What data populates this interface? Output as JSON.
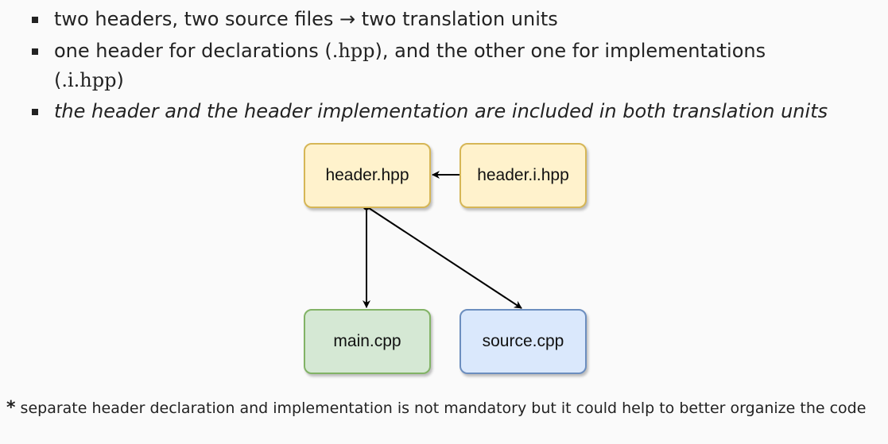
{
  "bullets": [
    {
      "text_before": "two headers, two source files ",
      "arrow": "→",
      "text_after": " two translation units"
    },
    {
      "text_before": "one header for declarations (",
      "code_1": ".hpp",
      "text_middle": "), and the other one for implementations",
      "cont_open": "(",
      "code_2": ".i.hpp",
      "cont_close": ")"
    },
    {
      "text": "the header and the header implementation are included in both translation units"
    }
  ],
  "diagram": {
    "nodes": {
      "header": "header.hpp",
      "header_impl": "header.i.hpp",
      "main": "main.cpp",
      "source": "source.cpp"
    },
    "colors": {
      "header_fill": "#fff2cc",
      "header_stroke": "#d6b656",
      "main_fill": "#d5e8d4",
      "main_stroke": "#82b366",
      "source_fill": "#dae8fc",
      "source_stroke": "#6c8ebf",
      "edge": "#000000"
    }
  },
  "footnote": {
    "star": "*",
    "text": " separate header declaration and implementation is not mandatory but it could help to better organize the code"
  }
}
